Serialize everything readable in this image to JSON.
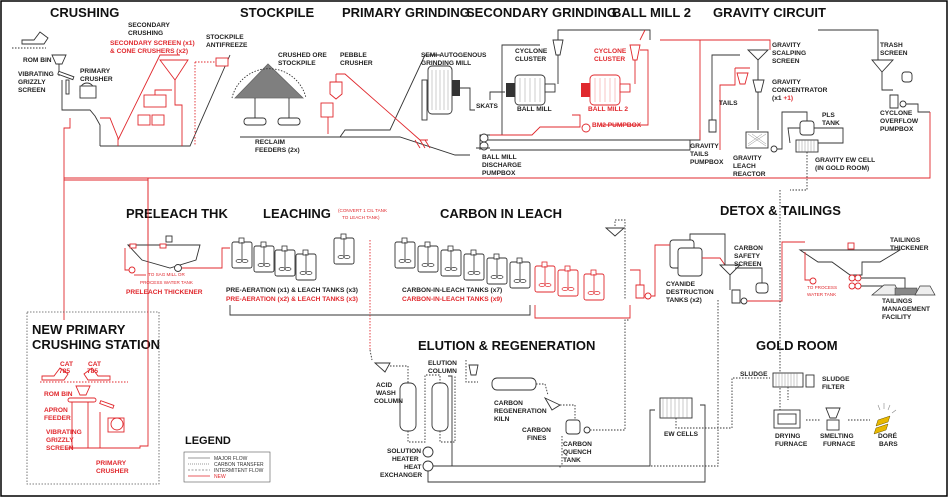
{
  "title": "Process Flow Diagram",
  "colors": {
    "existing": "#333333",
    "new": "#e0282d",
    "gold": "#e8b800",
    "border": "#000000"
  },
  "sections": {
    "crushing": "CRUSHING",
    "stockpile": "STOCKPILE",
    "primary_grinding": "PRIMARY GRINDING",
    "secondary_grinding": "SECONDARY GRINDING",
    "ball_mill_2": "BALL MILL 2",
    "gravity_circuit": "GRAVITY CIRCUIT",
    "preleach_thk": "PRELEACH THK",
    "leaching": "LEACHING",
    "carbon_in_leach": "CARBON IN LEACH",
    "detox_tailings": "DETOX & TAILINGS",
    "new_primary_crushing": [
      "NEW PRIMARY",
      "CRUSHING STATION"
    ],
    "elution_regeneration": "ELUTION & REGENERATION",
    "gold_room": "GOLD ROOM",
    "legend": "LEGEND"
  },
  "labels": {
    "rom_bin": "ROM BIN",
    "vibrating_grizzly_screen": [
      "VIBRATING",
      "GRIZZLY",
      "SCREEN"
    ],
    "primary_crusher": [
      "PRIMARY",
      "CRUSHER"
    ],
    "secondary_crushing": [
      "SECONDARY",
      "CRUSHING"
    ],
    "secondary_screen_new": [
      "SECONDARY SCREEN (x1)",
      "& CONE CRUSHERS (x2)"
    ],
    "stockpile_antifreeze": [
      "STOCKPILE",
      "ANTIFREEZE"
    ],
    "crushed_ore_stockpile": [
      "CRUSHED ORE",
      "STOCKPILE"
    ],
    "reclaim_feeders": [
      "RECLAIM",
      "FEEDERS (2x)"
    ],
    "pebble_crusher": [
      "PEBBLE",
      "CRUSHER"
    ],
    "sag_mill": [
      "SEMI-AUTOGENOUS",
      "GRINDING MILL"
    ],
    "skats": "SKATS",
    "cyclone_cluster": [
      "CYCLONE",
      "CLUSTER"
    ],
    "ball_mill": "BALL MILL",
    "cyclone_cluster_new": [
      "CYCLONE",
      "CLUSTER"
    ],
    "ball_mill_2_new": "BALL MILL 2",
    "bm2_pumpbox": "BM2 PUMPBOX",
    "ball_mill_discharge_pumpbox": [
      "BALL MILL",
      "DISCHARGE",
      "PUMPBOX"
    ],
    "gravity_scalping_screen": [
      "GRAVITY",
      "SCALPING",
      "SCREEN"
    ],
    "gravity_concentrator": [
      "GRAVITY",
      "CONCENTRATOR"
    ],
    "gravity_concentrator_count": "(x1",
    "gravity_concentrator_new": "+1)",
    "tails": "TAILS",
    "gravity_tails_pumpbox": [
      "GRAVITY",
      "TAILS",
      "PUMPBOX"
    ],
    "gravity_leach_reactor": [
      "GRAVITY",
      "LEACH",
      "REACTOR"
    ],
    "pls_tank": [
      "PLS",
      "TANK"
    ],
    "gravity_ew_cell": [
      "GRAVITY EW CELL",
      "(IN GOLD ROOM)"
    ],
    "trash_screen": [
      "TRASH",
      "SCREEN"
    ],
    "cyclone_overflow_pumpbox": [
      "CYCLONE",
      "OVERFLOW",
      "PUMPBOX"
    ],
    "to_sag_mill": [
      "TO SAG MILL OR",
      "PROCESS WATER TANK"
    ],
    "preleach_thickener": "PRELEACH THICKENER",
    "convert_note": [
      "(CONVERT 1 CIL TANK",
      "TO LEACH TANK)"
    ],
    "preaeration_existing": "PRE-AERATION (x1) & LEACH TANKS (x3)",
    "preaeration_new": "PRE-AERATION (x2) & LEACH TANKS (x3)",
    "cil_existing": "CARBON-IN-LEACH TANKS (x7)",
    "cil_new": "CARBON-IN-LEACH TANKS (x9)",
    "cyanide_destruction": [
      "CYANIDE",
      "DESTRUCTION",
      "TANKS (x2)"
    ],
    "carbon_safety_screen": [
      "CARBON",
      "SAFETY",
      "SCREEN"
    ],
    "to_process_water": [
      "TO PROCESS",
      "WATER TANK"
    ],
    "tailings_thickener": [
      "TAILINGS",
      "THICKENER"
    ],
    "tailings_facility": [
      "TAILINGS",
      "MANAGEMENT",
      "FACILITY"
    ],
    "cat_785": [
      "CAT",
      "785"
    ],
    "new_rom_bin": "ROM BIN",
    "apron_feeder": [
      "APRON",
      "FEEDER"
    ],
    "new_vibrating_grizzly": [
      "VIBRATING",
      "GRIZZLY",
      "SCREEN"
    ],
    "new_primary_crusher": [
      "PRIMARY",
      "CRUSHER"
    ],
    "acid_wash_column": [
      "ACID",
      "WASH",
      "COLUMN"
    ],
    "elution_column": [
      "ELUTION",
      "COLUMN"
    ],
    "carbon_regen_kiln": [
      "CARBON",
      "REGENERATION",
      "KILN"
    ],
    "carbon_fines": [
      "CARBON",
      "FINES"
    ],
    "carbon_quench_tank": [
      "CARBON",
      "QUENCH",
      "TANK"
    ],
    "solution_heater": [
      "SOLUTION",
      "HEATER"
    ],
    "heat_exchanger": [
      "HEAT",
      "EXCHANGER"
    ],
    "ew_cells": "EW CELLS",
    "sludge": "SLUDGE",
    "sludge_filter": [
      "SLUDGE",
      "FILTER"
    ],
    "drying_furnace": [
      "DRYING",
      "FURNACE"
    ],
    "smelting_furnace": [
      "SMELTING",
      "FURNACE"
    ],
    "dore_bars": [
      "DORÉ",
      "BARS"
    ]
  },
  "legend": {
    "items": [
      "MAJOR FLOW",
      "CARBON TRANSFER",
      "INTERMITENT FLOW",
      "NEW"
    ]
  }
}
